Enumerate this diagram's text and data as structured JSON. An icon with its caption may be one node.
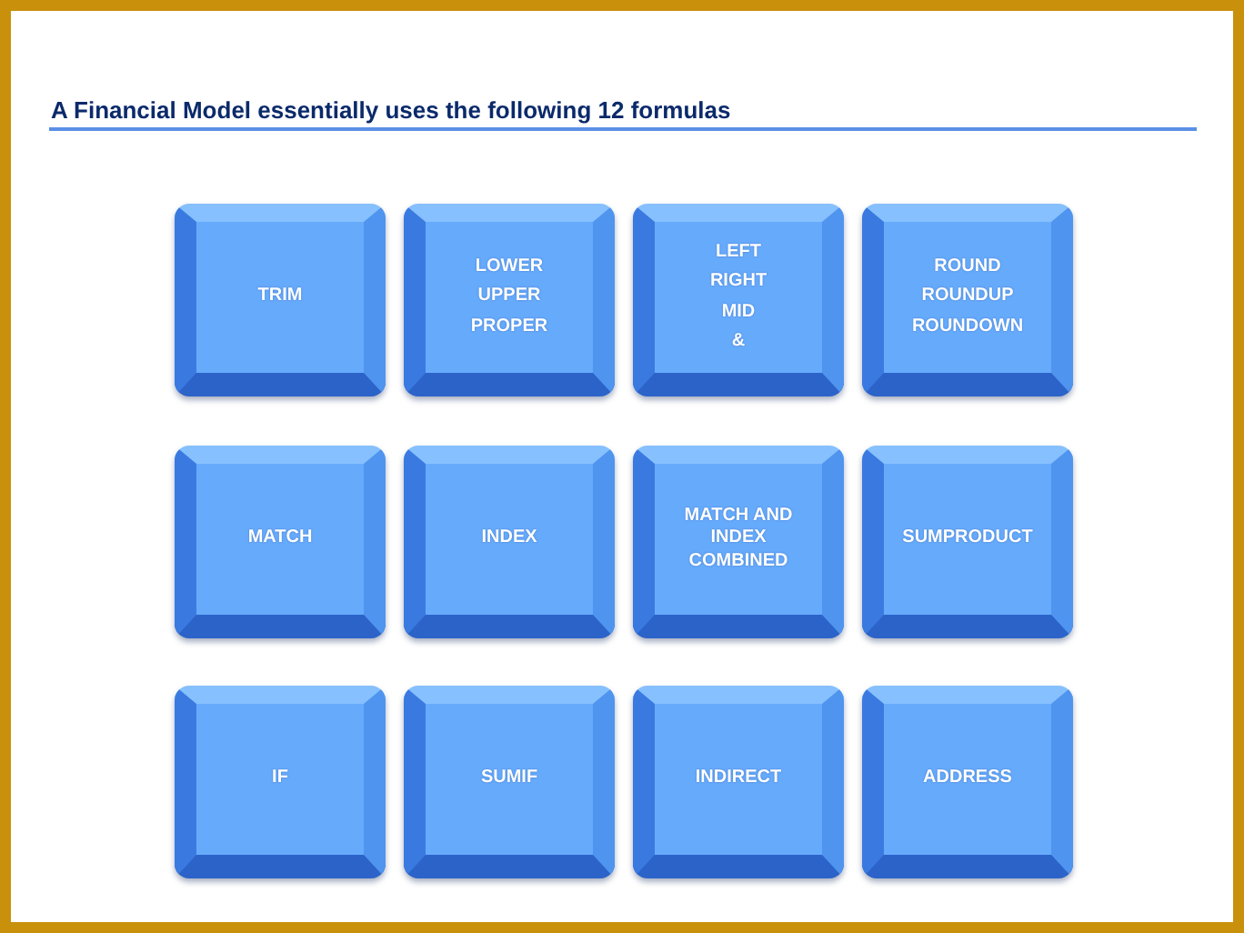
{
  "diagram": {
    "title": "A Financial Model essentially uses the following 12 formulas",
    "nodes": [
      {
        "text": [
          "TRIM"
        ]
      },
      {
        "text": [
          "LOWER",
          "UPPER",
          "PROPER"
        ]
      },
      {
        "text": [
          "LEFT",
          "RIGHT",
          "MID",
          "&"
        ]
      },
      {
        "text": [
          "ROUND",
          "ROUNDUP",
          "ROUNDOWN"
        ]
      },
      {
        "text": [
          "MATCH"
        ]
      },
      {
        "text": [
          "INDEX"
        ]
      },
      {
        "text": [
          "MATCH AND INDEX COMBINED"
        ]
      },
      {
        "text": [
          "SUMPRODUCT"
        ]
      },
      {
        "text": [
          "IF"
        ]
      },
      {
        "text": [
          "SUMIF"
        ]
      },
      {
        "text": [
          "INDIRECT"
        ]
      },
      {
        "text": [
          "ADDRESS"
        ]
      }
    ]
  }
}
